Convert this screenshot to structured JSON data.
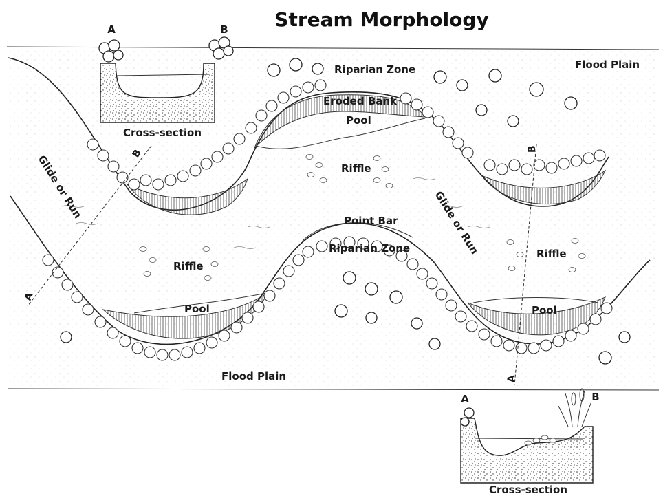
{
  "title": "Stream Morphology",
  "labels": {
    "flood_plain_top": "Flood Plain",
    "flood_plain_bottom": "Flood Plain",
    "riparian_zone_top": "Riparian Zone",
    "riparian_zone_mid": "Riparian Zone",
    "eroded_bank": "Eroded Bank",
    "pool_top": "Pool",
    "pool_left": "Pool",
    "pool_right": "Pool",
    "riffle_center": "Riffle",
    "riffle_left": "Riffle",
    "riffle_right": "Riffle",
    "glide_left": "Glide or Run",
    "glide_right": "Glide or Run",
    "point_bar": "Point Bar"
  },
  "cross_section_top": {
    "label": "Cross-section",
    "left_marker": "A",
    "right_marker": "B"
  },
  "cross_section_bottom": {
    "label": "Cross-section",
    "left_marker": "A",
    "right_marker": "B"
  },
  "section_markers": {
    "b_left": "B",
    "b_right": "B",
    "a_left": "A",
    "a_bottom": "A"
  }
}
